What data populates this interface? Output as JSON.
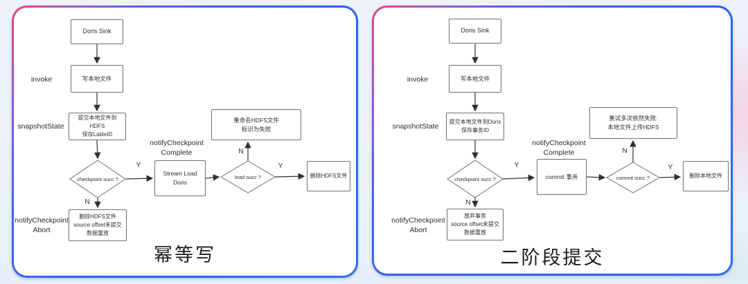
{
  "left_card": {
    "title": "幂等写",
    "labels": {
      "invoke": "invoke",
      "snapshot_state": "snapshotState",
      "notify_complete": "notifyCheckpoint\nComplete",
      "notify_abort": "notifyCheckpoint\nAbort"
    },
    "nodes": {
      "doris_sink": "Doris Sink",
      "write_local": "写本地文件",
      "snapshot_commit": "提交本地文件到HDFS\n保存LableID",
      "checkpoint_check": "checkpoint succ ?",
      "stream_load": "Stream Load Doris",
      "load_check": "load succ ?",
      "rename_fail": "重命名HDFS文件\n标识为失败",
      "delete_hdfs": "删除HDFS文件",
      "abort_action": "删除HDFS文件\nsource offset未提交\n数据重放"
    },
    "edges": {
      "y1": "Y",
      "n1": "N",
      "y2": "Y",
      "n2": "N"
    }
  },
  "right_card": {
    "title": "二阶段提交",
    "labels": {
      "invoke": "invoke",
      "snapshot_state": "snapshotState",
      "notify_complete": "notifyCheckpoint\nComplete",
      "notify_abort": "notifyCheckpoint\nAbort"
    },
    "nodes": {
      "doris_sink": "Doris Sink",
      "write_local": "写本地文件",
      "snapshot_commit": "提交本地文件到Doris\n保存事务ID",
      "checkpoint_check": "checkpoint succ ?",
      "commit_txn": "commit 事务",
      "commit_check": "commit succ ?",
      "retry_fail": "重试多次依然失败:\n本地文件上传HDFS",
      "delete_local": "删除本地文件",
      "abort_action": "放弃事务\nsource offset未提交\n数据重放"
    },
    "edges": {
      "y1": "Y",
      "n1": "N",
      "y2": "Y",
      "n2": "N"
    }
  },
  "colors": {
    "border_gradient_start": "#e8477c",
    "border_gradient_end": "#2563eb",
    "page_background": "#eef3fa",
    "node_border": "#6e6e6e"
  }
}
